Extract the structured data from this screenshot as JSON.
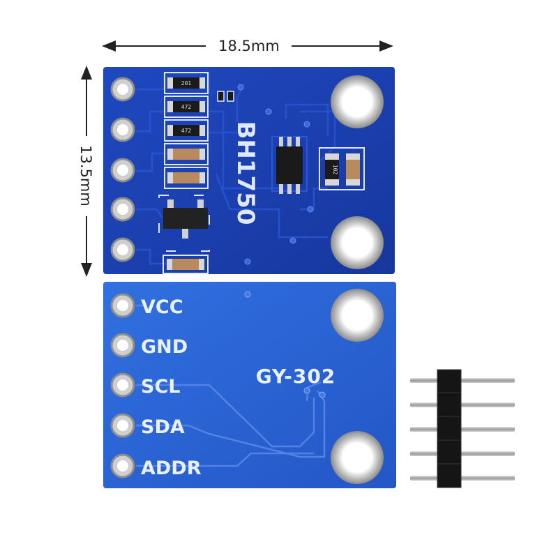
{
  "dimensions": {
    "width_label": "18.5mm",
    "height_label": "13.5mm"
  },
  "board_top": {
    "chip_label": "BH1750",
    "resistor_1": "201",
    "resistor_2": "472",
    "resistor_3": "472",
    "resistor_4": "102"
  },
  "board_bottom": {
    "model_label": "GY-302",
    "pins": [
      {
        "label": "VCC"
      },
      {
        "label": "GND"
      },
      {
        "label": "SCL"
      },
      {
        "label": "SDA"
      },
      {
        "label": "ADDR"
      }
    ]
  },
  "colors": {
    "board_top": "#1a3fb0",
    "board_bottom": "#2a64d6",
    "silkscreen": "#e9f0ff",
    "header_black": "#151515",
    "pin_metal": "#b9b9b9"
  },
  "header_pin_count": 5
}
